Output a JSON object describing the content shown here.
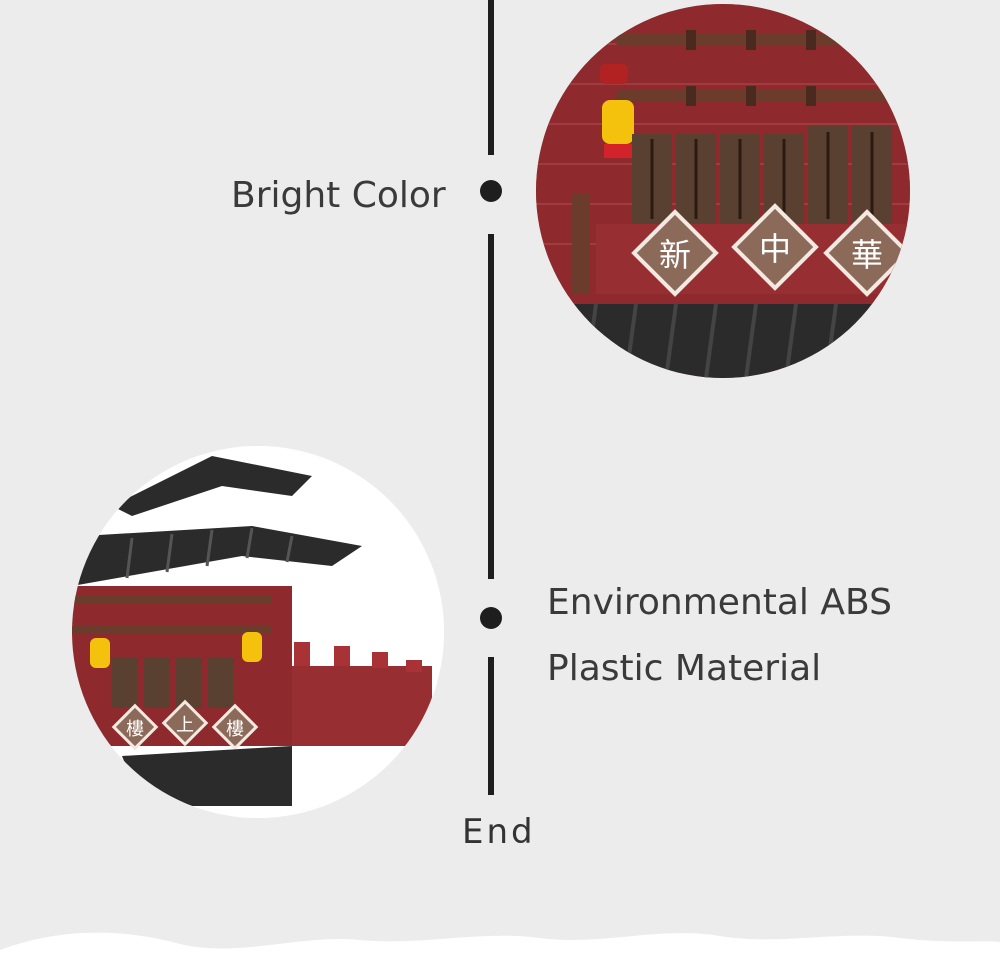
{
  "features": {
    "bright_color": "Bright Color",
    "material_line1": "Environmental ABS",
    "material_line2": "Plastic Material"
  },
  "end_label": "End",
  "signs_top": [
    "新",
    "中",
    "華"
  ],
  "signs_bottom": [
    "樓",
    "上",
    "樓"
  ],
  "colors": {
    "background": "#ececec",
    "timeline": "#1e1e1e",
    "text": "#3a3a3a",
    "brick_red": "#8e2a2e",
    "roof_dark": "#2b2b2b",
    "lantern_yellow": "#f4c20d"
  }
}
